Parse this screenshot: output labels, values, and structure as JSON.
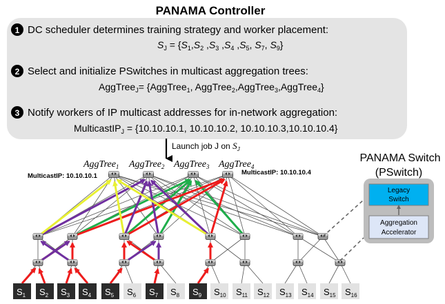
{
  "controller": {
    "title": "PANAMA Controller",
    "steps": [
      {
        "num": "1",
        "text": "DC scheduler determines training strategy and worker placement:",
        "formula": {
          "lhs": "S",
          "lhs_sub": "J",
          "rhs_prefix": " = {",
          "items": [
            {
              "b": "S",
              "s": "1"
            },
            {
              "b": "S",
              "s": "2"
            },
            {
              "b": "S",
              "s": "3"
            },
            {
              "b": "S",
              "s": "4"
            },
            {
              "b": "S",
              "s": "5"
            },
            {
              "b": "S",
              "s": "7"
            },
            {
              "b": "S",
              "s": "9"
            }
          ],
          "seps": [
            ",",
            " ,",
            " ,",
            " ,",
            ", ",
            ", "
          ],
          "rhs_suffix": "}"
        }
      },
      {
        "num": "2",
        "text": "Select and initialize PSwitches in multicast aggregation trees:",
        "formula": {
          "lhs": "AggTree",
          "lhs_sub": "J",
          "rhs_prefix": "= {",
          "items": [
            {
              "b": "AggTree",
              "s": "1"
            },
            {
              "b": "AggTree",
              "s": "2"
            },
            {
              "b": "AggTree",
              "s": "3"
            },
            {
              "b": "AggTree",
              "s": "4"
            }
          ],
          "seps": [
            ", ",
            ",",
            ","
          ],
          "rhs_suffix": "}"
        }
      },
      {
        "num": "3",
        "text": "Notify workers of IP multicast addresses for in-network aggregation:",
        "formula": {
          "lhs": "MulticastIP",
          "lhs_sub": "J",
          "rhs_prefix": " = {",
          "items": [
            {
              "b": "10.10.10.1",
              "s": ""
            },
            {
              "b": "10.10.10.2",
              "s": ""
            },
            {
              "b": "10.10.10.3",
              "s": ""
            },
            {
              "b": "10.10.10.4",
              "s": ""
            }
          ],
          "seps": [
            ", ",
            ", ",
            ","
          ],
          "rhs_suffix": "}"
        }
      }
    ]
  },
  "launch": {
    "text": "Launch job J on ",
    "var": "S",
    "var_sub": "J"
  },
  "tree_labels": [
    {
      "b": "AggTree",
      "s": "1"
    },
    {
      "b": "AggTree",
      "s": "2"
    },
    {
      "b": "AggTree",
      "s": "3"
    },
    {
      "b": "AggTree",
      "s": "4"
    }
  ],
  "multicast_left": "MulticastIP: 10.10.10.1",
  "multicast_right": "MulticastIP: 10.10.10.4",
  "pswitch": {
    "title_line1": "PANAMA Switch",
    "title_line2": "(PSwitch)",
    "legacy_line1": "Legacy",
    "legacy_line2": "Switch",
    "accel_line1": "Aggregation",
    "accel_line2": "Accelerator"
  },
  "servers": [
    {
      "b": "S",
      "s": "1",
      "active": true
    },
    {
      "b": "S",
      "s": "2",
      "active": true
    },
    {
      "b": "S",
      "s": "3",
      "active": true
    },
    {
      "b": "S",
      "s": "4",
      "active": true
    },
    {
      "b": "S",
      "s": "5",
      "active": true
    },
    {
      "b": "S",
      "s": "6",
      "active": false
    },
    {
      "b": "S",
      "s": "7",
      "active": true
    },
    {
      "b": "S",
      "s": "8",
      "active": false
    },
    {
      "b": "S",
      "s": "9",
      "active": true
    },
    {
      "b": "S",
      "s": "10",
      "active": false
    },
    {
      "b": "S",
      "s": "11",
      "active": false
    },
    {
      "b": "S",
      "s": "12",
      "active": false
    },
    {
      "b": "S",
      "s": "13",
      "active": false
    },
    {
      "b": "S",
      "s": "14",
      "active": false
    },
    {
      "b": "S",
      "s": "15",
      "active": false
    },
    {
      "b": "S",
      "s": "16",
      "active": false
    }
  ],
  "colors": {
    "tree1": "#e8f033",
    "tree2": "#7030a0",
    "tree3": "#1fae4b",
    "tree4": "#ee1c1c",
    "link": "#555555",
    "controller_bg": "#e4e4e4",
    "active_server": "#2b2b2b",
    "idle_server": "#e2e2e2",
    "legacy": "#00b0f0",
    "accel": "#dde6f7",
    "pswitch_bg": "#bdbdbd"
  }
}
